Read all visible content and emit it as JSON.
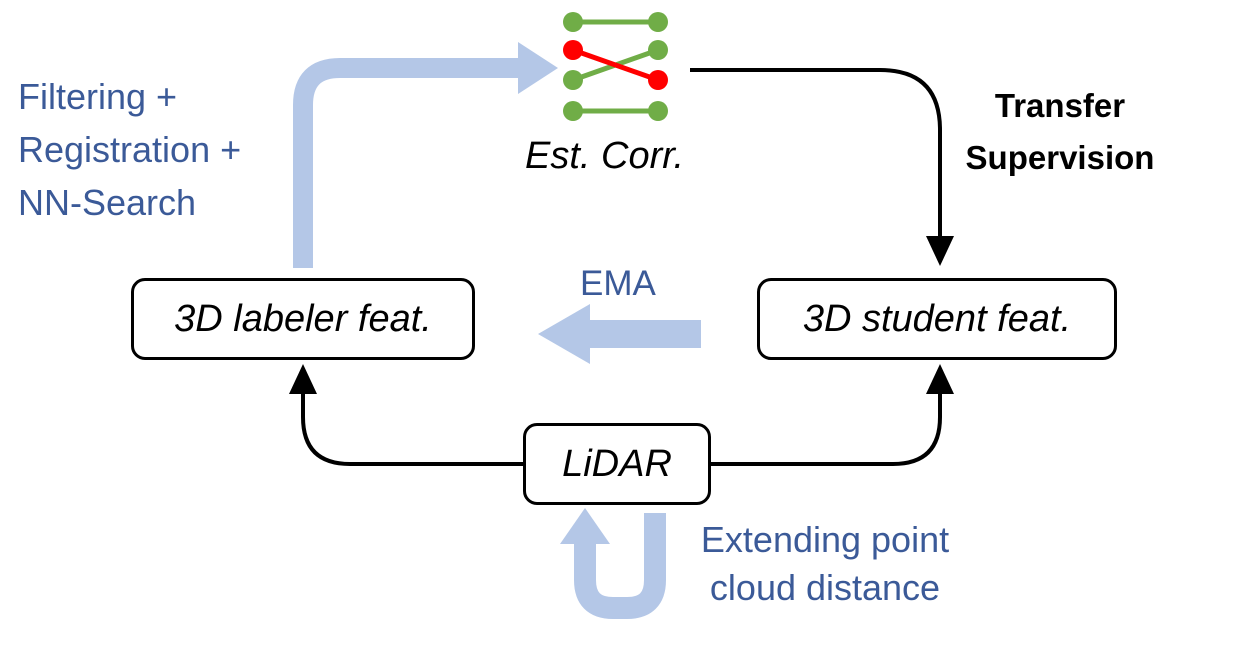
{
  "nodes": {
    "labeler": "3D labeler feat.",
    "student": "3D student feat.",
    "lidar": "LiDAR"
  },
  "correspondence": {
    "label": "Est. Corr.",
    "match_color": "#70ad47",
    "mismatch_color": "#ff0000"
  },
  "edges": {
    "transfer": [
      "Transfer",
      "Supervision"
    ],
    "filtering": [
      "Filtering +",
      "Registration +",
      "NN-Search"
    ],
    "ema": "EMA",
    "extending": [
      "Extending point",
      "cloud distance"
    ]
  },
  "colors": {
    "blue_arrow": "#b4c7e7",
    "blue_text": "#3b5a98",
    "black": "#000000"
  }
}
